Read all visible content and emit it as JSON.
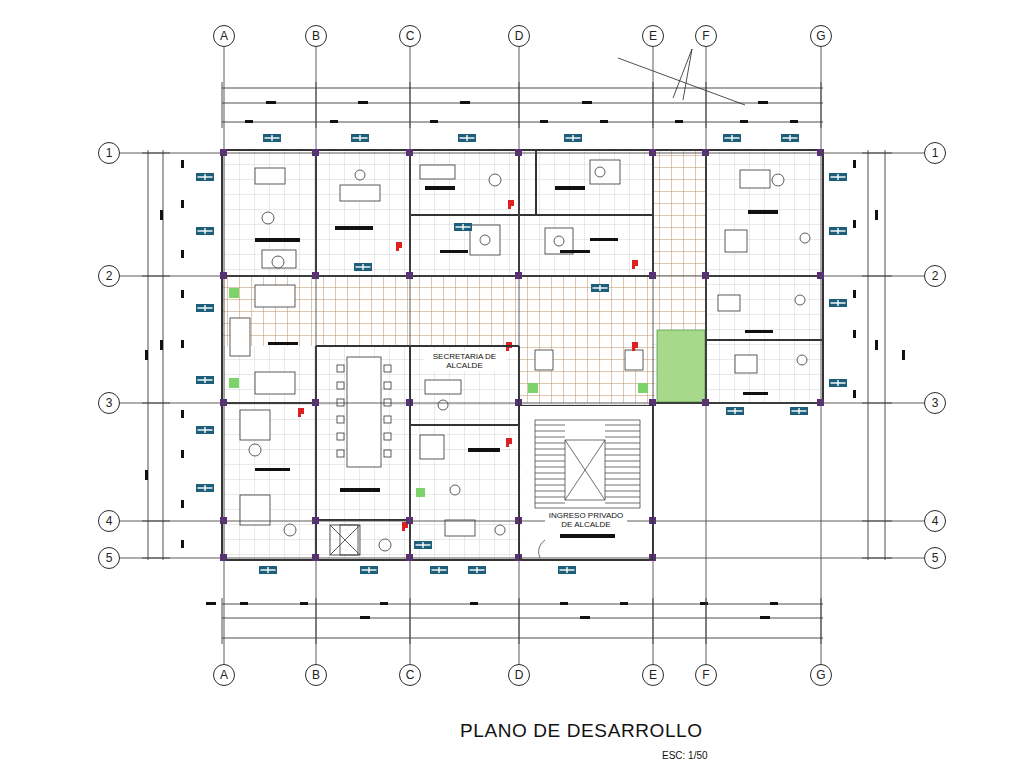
{
  "diagram": {
    "title": "PLANO DE DESARROLLO",
    "caption": "ESC: 1/50",
    "nodes": [
      {
        "text": [
          "A"
        ]
      },
      {
        "text": [
          "B"
        ]
      },
      {
        "text": [
          "C"
        ]
      },
      {
        "text": [
          "D"
        ]
      },
      {
        "text": [
          "E"
        ]
      },
      {
        "text": [
          "F"
        ]
      },
      {
        "text": [
          "G"
        ]
      },
      {
        "text": [
          "1"
        ]
      },
      {
        "text": [
          "2"
        ]
      },
      {
        "text": [
          "3"
        ]
      },
      {
        "text": [
          "4"
        ]
      },
      {
        "text": [
          "5"
        ]
      },
      {
        "text": [
          "1"
        ]
      },
      {
        "text": [
          "2"
        ]
      },
      {
        "text": [
          "3"
        ]
      },
      {
        "text": [
          "4"
        ]
      },
      {
        "text": [
          "5"
        ]
      },
      {
        "text": [
          "SECRETARIA DE ALCALDE"
        ]
      },
      {
        "text": [
          "INGRESO PRIVADO DE ALCALDE"
        ]
      },
      {
        "text": [
          "A"
        ]
      },
      {
        "text": [
          "B"
        ]
      },
      {
        "text": [
          "C"
        ]
      },
      {
        "text": [
          "D"
        ]
      },
      {
        "text": [
          "E"
        ]
      },
      {
        "text": [
          "F"
        ]
      },
      {
        "text": [
          "G"
        ]
      }
    ],
    "edges": [
      {
        "from": 0,
        "to": 19,
        "arrow": "none"
      },
      {
        "from": 1,
        "to": 20,
        "arrow": "none"
      },
      {
        "from": 2,
        "to": 21,
        "arrow": "none"
      },
      {
        "from": 3,
        "to": 22,
        "arrow": "none"
      },
      {
        "from": 4,
        "to": 23,
        "arrow": "none"
      },
      {
        "from": 5,
        "to": 24,
        "arrow": "none"
      },
      {
        "from": 6,
        "to": 25,
        "arrow": "none"
      },
      {
        "from": 7,
        "to": 12,
        "arrow": "none"
      },
      {
        "from": 8,
        "to": 13,
        "arrow": "none"
      },
      {
        "from": 9,
        "to": 14,
        "arrow": "none"
      },
      {
        "from": 10,
        "to": 15,
        "arrow": "none"
      },
      {
        "from": 11,
        "to": 16,
        "arrow": "none"
      }
    ]
  }
}
